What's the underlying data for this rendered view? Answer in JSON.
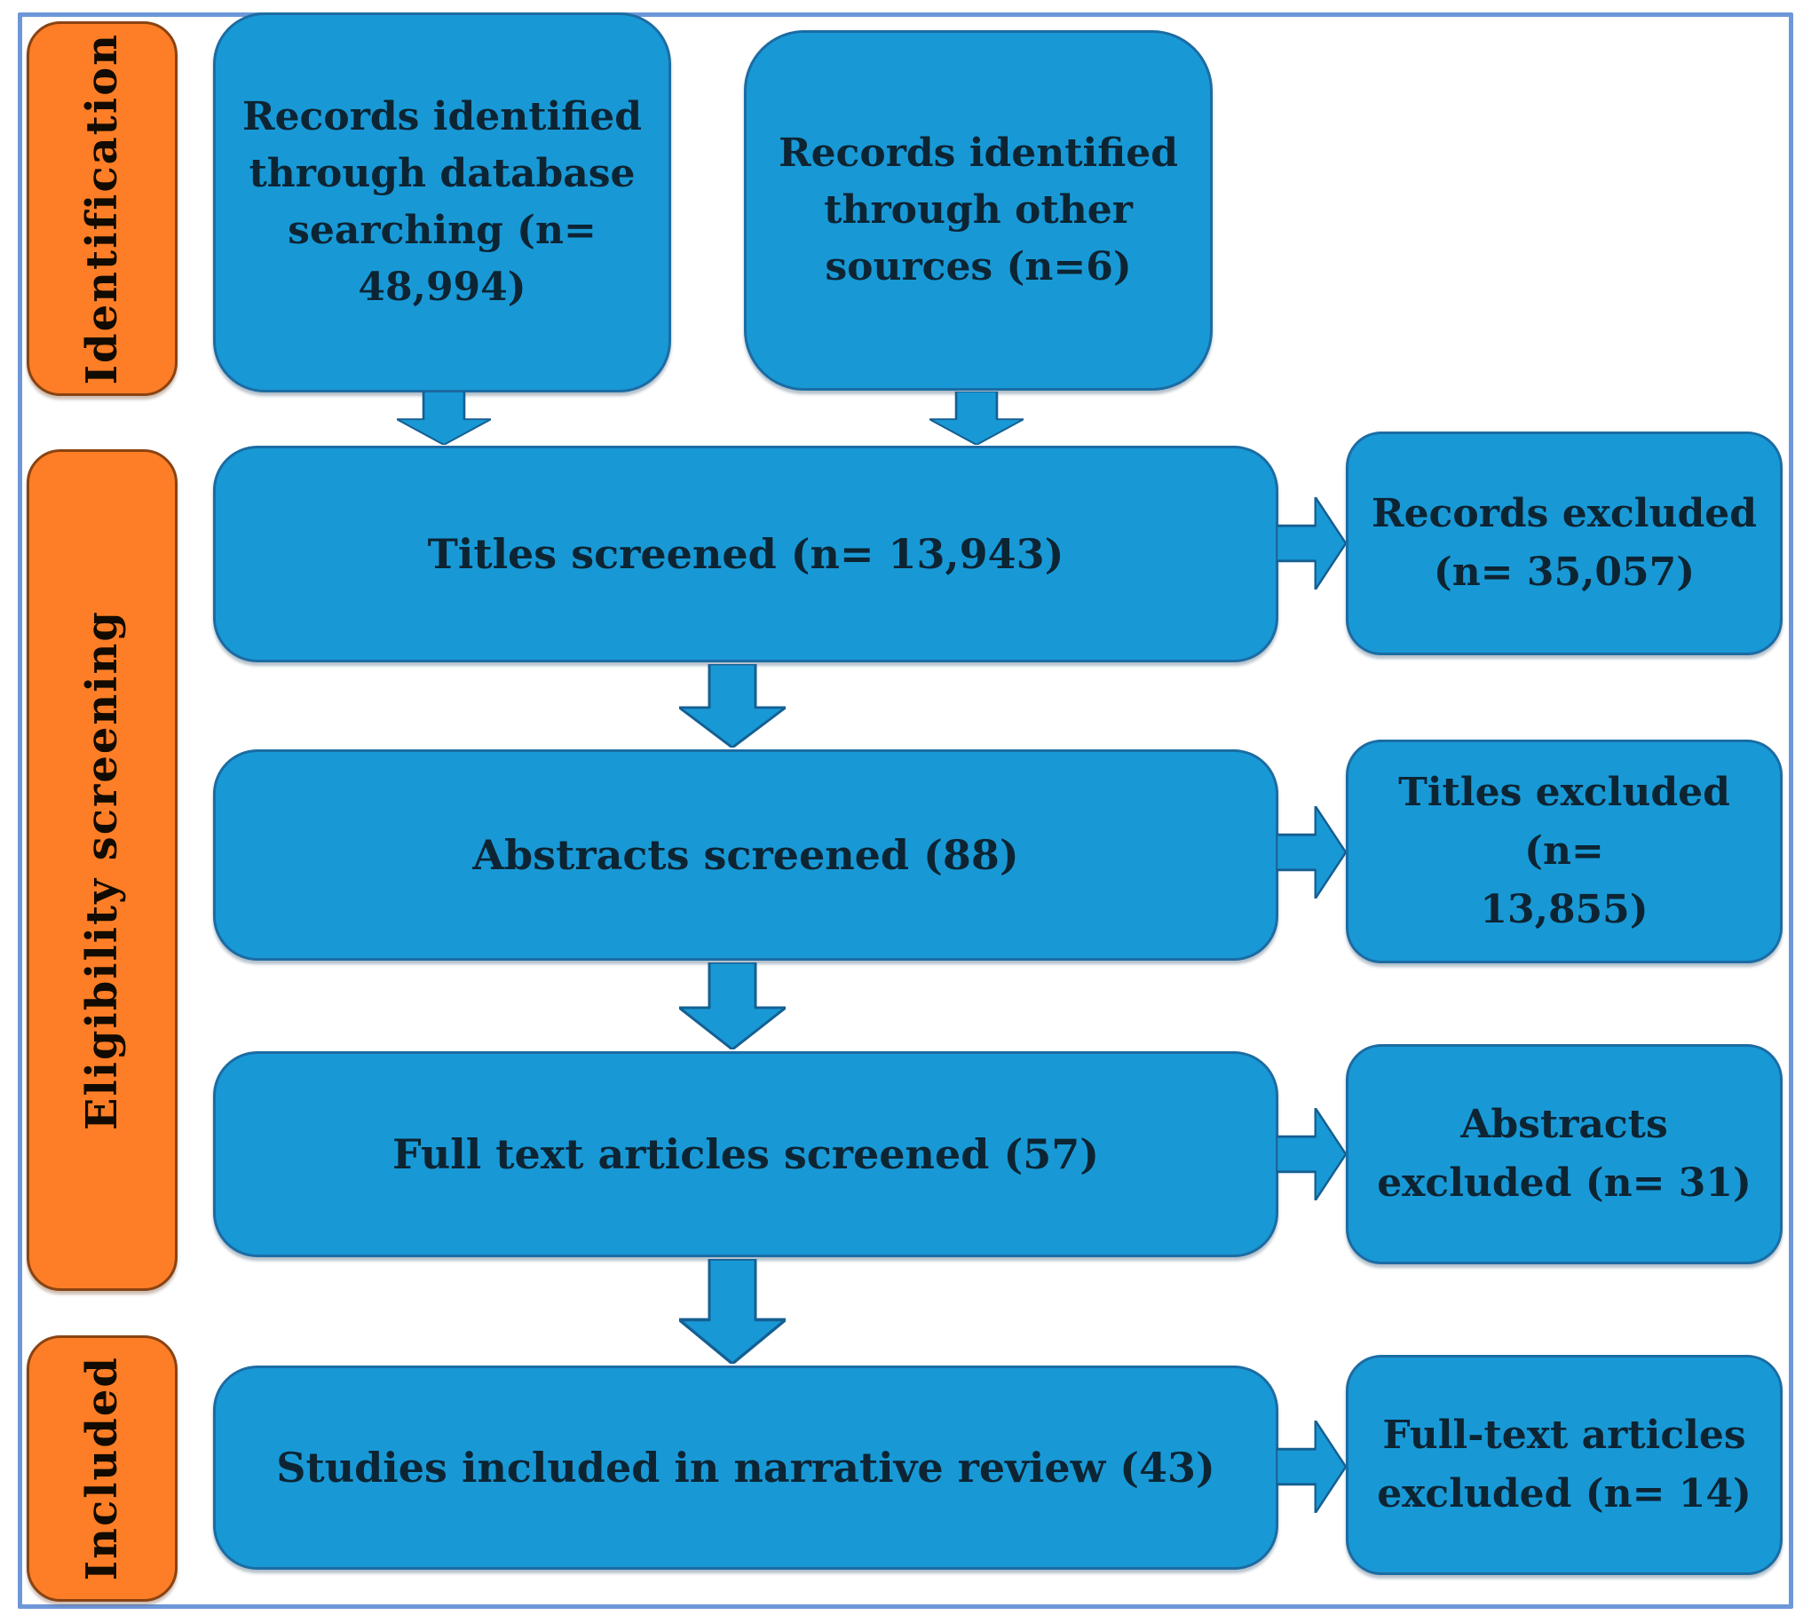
{
  "figure": {
    "type": "prisma-flow-diagram",
    "description": "Literature screening flow diagram with stage labels and record counts"
  },
  "colors": {
    "node_fill": "#1899d6",
    "node_border": "#1b6ca3",
    "stage_fill": "#fd7e26",
    "stage_border": "#8a4312",
    "frame_border": "#6d98d8",
    "node_text": "#0d2433",
    "stage_text": "#120b02"
  },
  "stages": [
    {
      "label": "Identification"
    },
    {
      "label": "Eligibility screening"
    },
    {
      "label": "Included"
    }
  ],
  "nodes": {
    "records_database": {
      "text": "Records identified\nthrough database\nsearching (n=\n48,994)"
    },
    "records_other": {
      "text": "Records identified\nthrough other\nsources (n=6)"
    },
    "titles_screened": {
      "text": "Titles screened (n= 13,943)"
    },
    "abstracts_screened": {
      "text": "Abstracts screened (88)"
    },
    "fulltext_screened": {
      "text": "Full text articles screened (57)"
    },
    "studies_included": {
      "text": "Studies included in narrative review (43)"
    },
    "records_excluded": {
      "text": "Records excluded\n(n= 35,057)"
    },
    "titles_excluded": {
      "text": "Titles excluded (n=\n13,855)"
    },
    "abstracts_excluded": {
      "text": "Abstracts\nexcluded (n= 31)"
    },
    "fulltext_excluded": {
      "text": "Full-text articles\nexcluded (n= 14)"
    }
  },
  "counts": {
    "database_records": "48,994",
    "other_sources": "6",
    "titles_screened": "13,943",
    "records_excluded": "35,057",
    "abstracts_screened": "88",
    "titles_excluded": "13,855",
    "fulltext_screened": "57",
    "abstracts_excluded": "31",
    "studies_included": "43",
    "fulltext_excluded": "14"
  }
}
